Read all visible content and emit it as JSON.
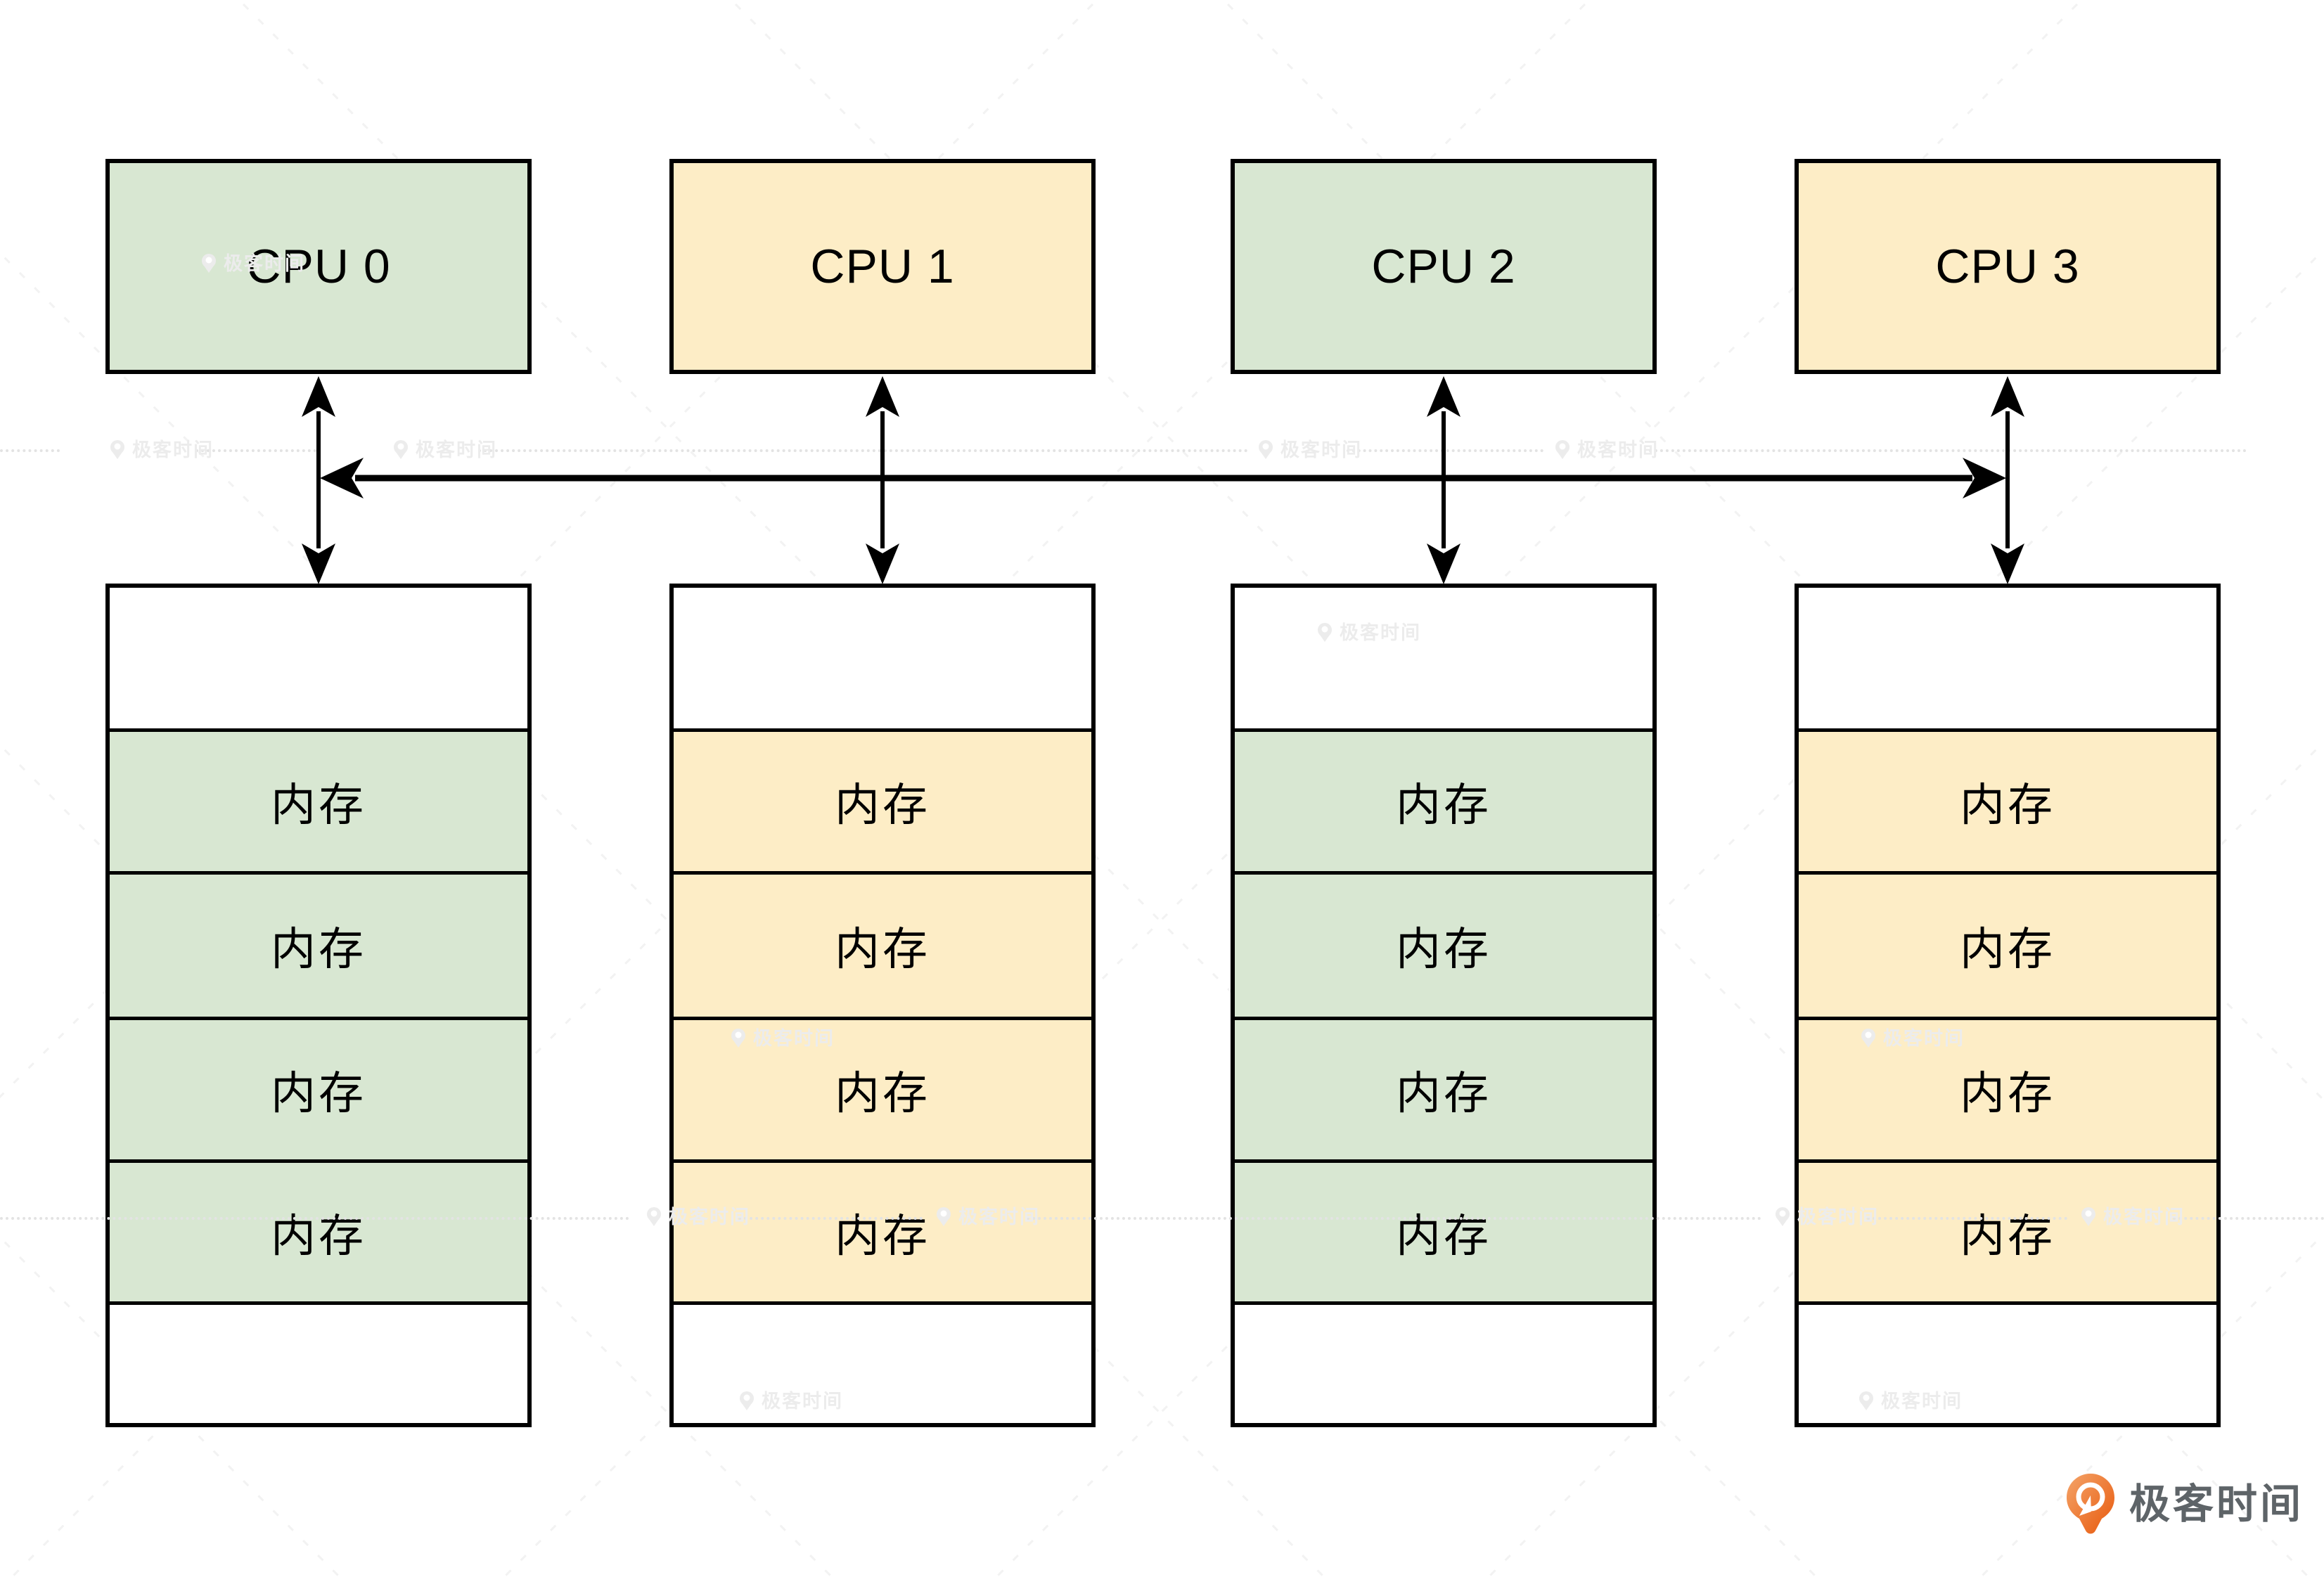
{
  "diagram": {
    "type": "architecture-diagram",
    "description_visible_text_only": true,
    "cpus": [
      {
        "label": "CPU 0",
        "fill": "green"
      },
      {
        "label": "CPU 1",
        "fill": "yellow"
      },
      {
        "label": "CPU 2",
        "fill": "green"
      },
      {
        "label": "CPU 3",
        "fill": "yellow"
      }
    ],
    "memory_cell_label": "内存",
    "memory_cells_per_column": 4,
    "memory_columns": [
      {
        "attached_to": "CPU 0",
        "fill": "green"
      },
      {
        "attached_to": "CPU 1",
        "fill": "yellow"
      },
      {
        "attached_to": "CPU 2",
        "fill": "green"
      },
      {
        "attached_to": "CPU 3",
        "fill": "yellow"
      }
    ],
    "connections": {
      "bus": "horizontal double-headed arrow linking all CPUs",
      "cpu_to_memory": "vertical double-headed arrow per CPU"
    }
  },
  "watermark": {
    "text": "极客时间"
  },
  "brand": {
    "name": "极客时间"
  },
  "colors": {
    "green": "#D8E7D2",
    "yellow": "#FDEDC6",
    "border": "#000000",
    "watermark": "#ECECEC",
    "dotted": "#E3E3E3",
    "brand_text": "#5E6468",
    "brand_orange": "#E96A18",
    "brand_orange_light": "#F4A469"
  }
}
